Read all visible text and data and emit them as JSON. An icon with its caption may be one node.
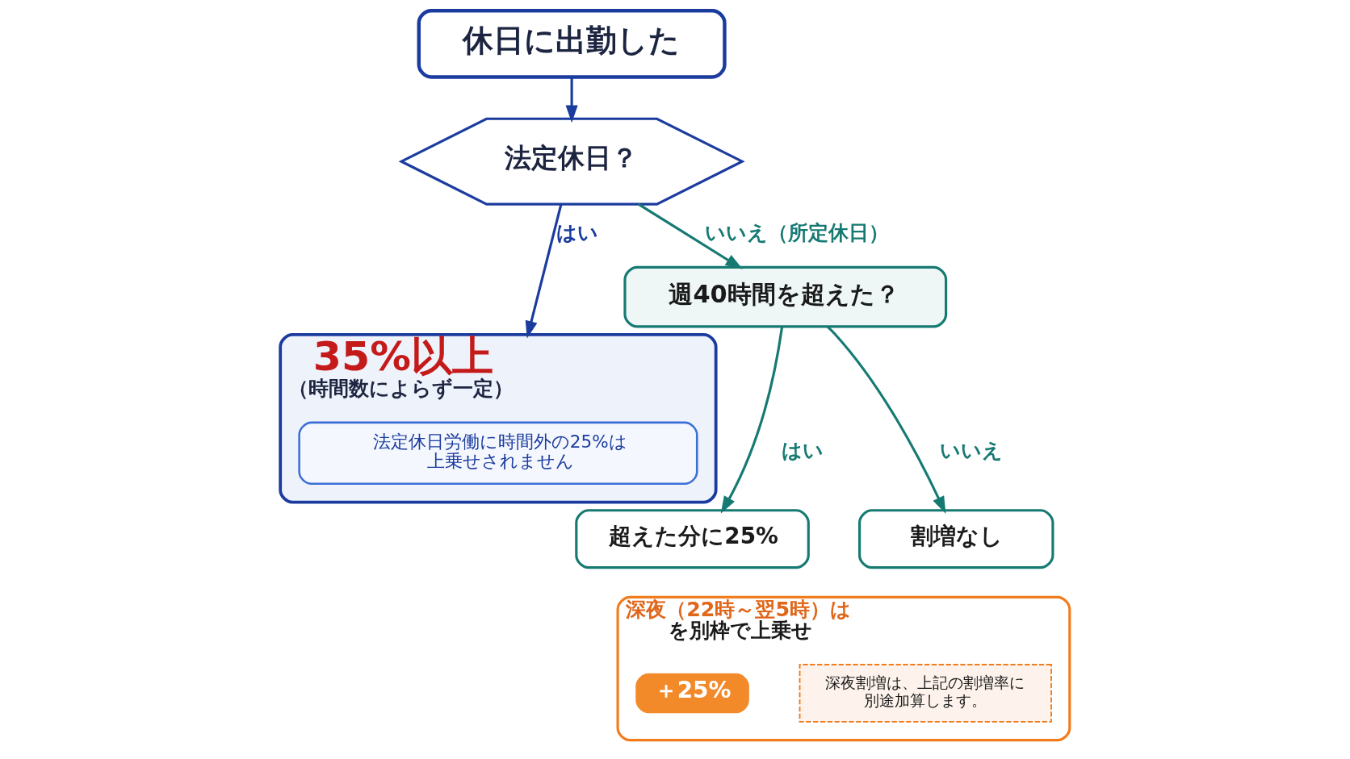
{
  "diagram": {
    "nodes": [
      {
        "text": [
          "休日に出勤した"
        ]
      },
      {
        "text": [
          "法定休日？"
        ]
      },
      {
        "text": [
          "35%以上",
          "（時間数によらず一定）"
        ]
      },
      {
        "text": [
          "法定休日労働に時間外の25%は上乗せされません"
        ],
        "in": 2
      },
      {
        "text": [
          "週40時間を超えた？"
        ]
      },
      {
        "text": [
          "超えた分に25%"
        ]
      },
      {
        "text": [
          "割増なし"
        ]
      },
      {
        "text": [
          "深夜（22時～翌5時）は",
          "を別枠で上乗せ"
        ]
      },
      {
        "text": [
          "＋25%"
        ],
        "in": 7
      },
      {
        "text": [
          "深夜割増は、上記の割増率に別途加算します。"
        ],
        "in": 7
      }
    ],
    "edges": [
      {
        "from": 0,
        "to": 1,
        "arrow": "to",
        "color": "#1b3c9e"
      },
      {
        "from": 1,
        "to": 2,
        "arrow": "to",
        "label": "はい",
        "color": "#1b3c9e"
      },
      {
        "from": 1,
        "to": 4,
        "arrow": "to",
        "label": "いいえ（所定休日）"
      },
      {
        "from": 4,
        "to": 5,
        "arrow": "to",
        "label": "はい"
      },
      {
        "from": 4,
        "to": 6,
        "arrow": "to",
        "label": "いいえ"
      }
    ]
  }
}
